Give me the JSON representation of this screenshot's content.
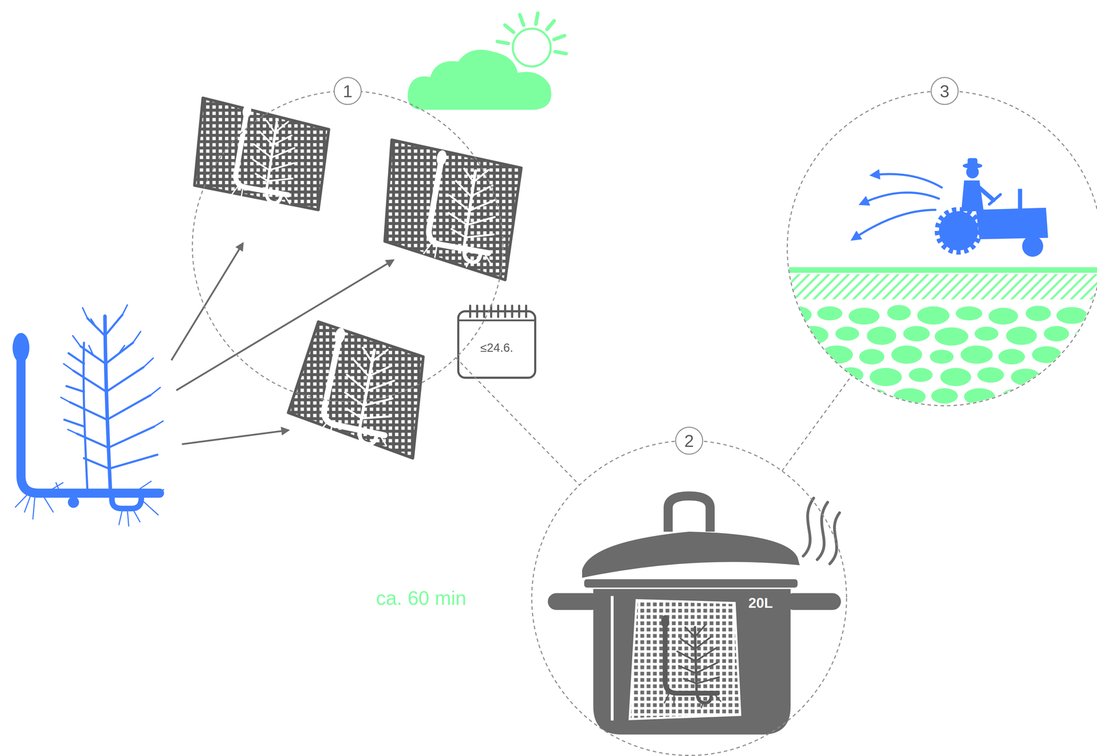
{
  "diagram": {
    "nodes": [
      {
        "text": [
          "1"
        ]
      },
      {
        "text": [
          "2"
        ]
      },
      {
        "text": [
          "3"
        ]
      }
    ],
    "edges": [
      {
        "from": 0,
        "to": 1,
        "arrow": "none"
      },
      {
        "from": 1,
        "to": 2,
        "arrow": "none"
      }
    ],
    "labels": [
      "≤24.6.",
      "20L",
      "ca. 60 min"
    ]
  }
}
